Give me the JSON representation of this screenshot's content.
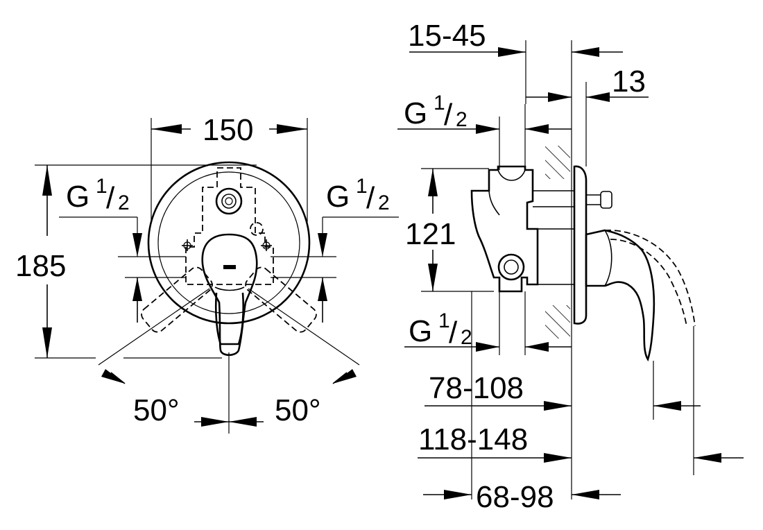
{
  "front_view": {
    "width": "150",
    "height": "185",
    "port_left": {
      "letter": "G",
      "num": "1",
      "den": "2"
    },
    "port_right": {
      "letter": "G",
      "num": "1",
      "den": "2"
    },
    "angle_left": "50°",
    "angle_right": "50°"
  },
  "side_view": {
    "wall_range": "15-45",
    "plate": "13",
    "port_top": {
      "letter": "G",
      "num": "1",
      "den": "2"
    },
    "port_bottom": {
      "letter": "G",
      "num": "1",
      "den": "2"
    },
    "height": "121",
    "depth_a": "78-108",
    "depth_b": "118-148",
    "depth_c": "68-98"
  }
}
